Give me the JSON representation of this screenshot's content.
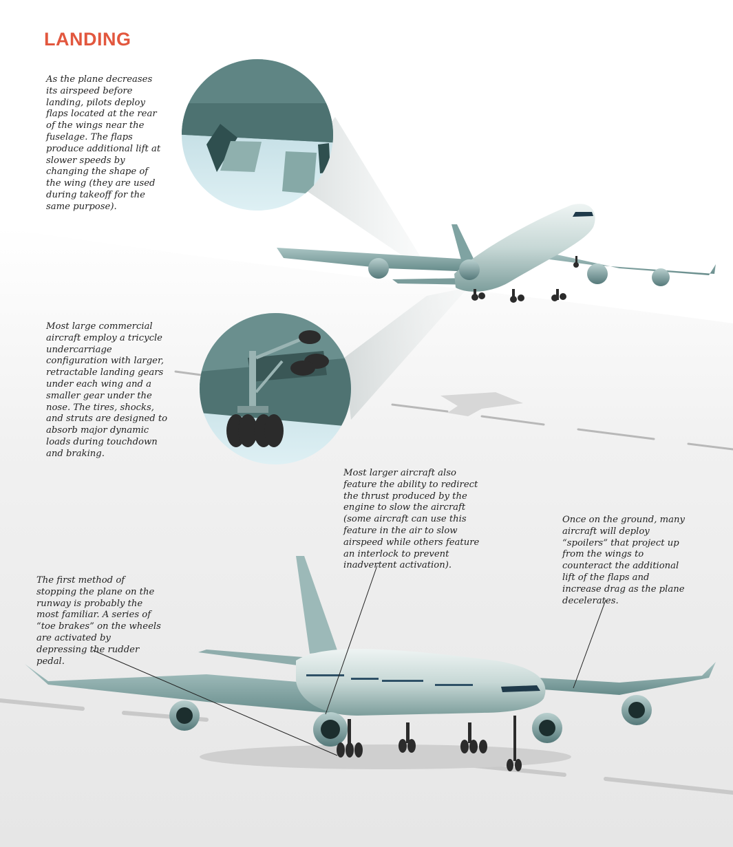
{
  "title": "LANDING",
  "colors": {
    "title": "#e2573e",
    "fuselage": "#c5d5d3",
    "wing": "#7fa3a2",
    "engine": "#6d9392",
    "tire": "#2b2b2b",
    "inset_sky": "#d4eaf0"
  },
  "captions": {
    "flaps": "As the plane decreases its airspeed before landing, pilots deploy flaps located at the rear of the wings near the fuselage. The flaps produce additional lift at slower speeds by changing the shape of the wing (they are used during takeoff for the same purpose).",
    "gear": "Most large commercial aircraft employ a tricycle undercarriage configuration with larger, retractable landing gears under each wing and a smaller gear under the nose. The tires, shocks, and struts are designed to absorb major dynamic loads during touchdown and braking.",
    "thrust": "Most larger aircraft also feature the ability to redirect the thrust produced by the engine to slow the aircraft (some aircraft can use this feature in the air to slow airspeed while others feature an interlock to prevent inadvertent activation).",
    "spoilers": "Once on the ground, many aircraft will deploy “spoilers” that project up from the wings to counteract the additional lift of the flaps and increase drag as the plane decelerates.",
    "brakes": "The first method of stopping the plane on the runway is probably the most familiar. A series of “toe brakes” on the wheels are activated by depressing the rudder pedal."
  }
}
